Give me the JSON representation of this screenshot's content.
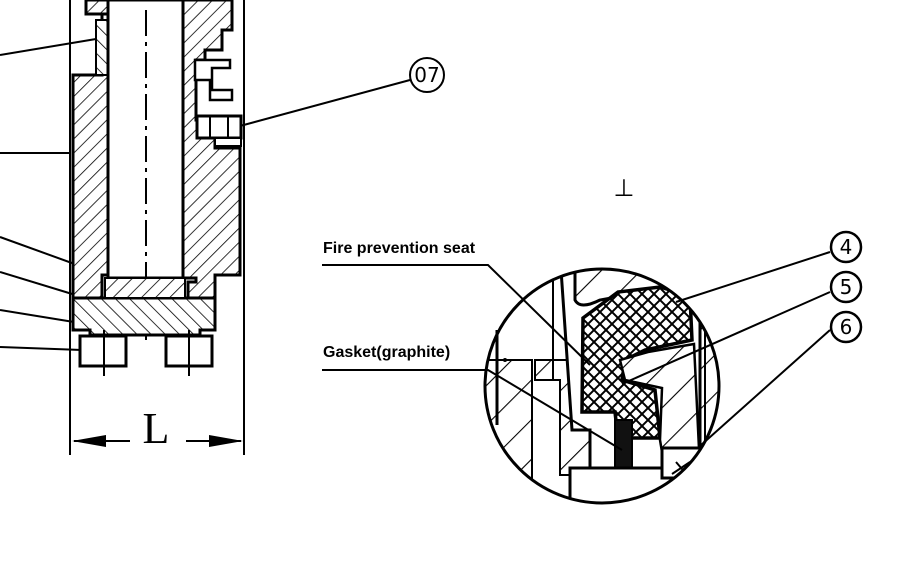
{
  "callouts": {
    "c07": "07",
    "c4": "4",
    "c5": "5",
    "c6": "6"
  },
  "labels": {
    "fire_seat": "Fire prevention seat",
    "gasket": "Gasket(graphite)"
  },
  "dimension": {
    "L": "L"
  },
  "view_marker": "⊥"
}
